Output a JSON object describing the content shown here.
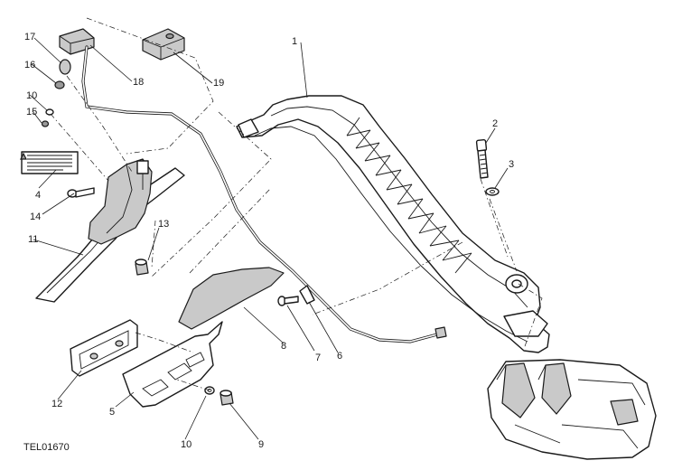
{
  "diagram": {
    "drawing_code": "TEL01670",
    "callouts": [
      {
        "id": "c1",
        "text": "1"
      },
      {
        "id": "c2",
        "text": "2"
      },
      {
        "id": "c3",
        "text": "3"
      },
      {
        "id": "c4",
        "text": "4"
      },
      {
        "id": "c5",
        "text": "5"
      },
      {
        "id": "c6",
        "text": "6"
      },
      {
        "id": "c7",
        "text": "7"
      },
      {
        "id": "c8",
        "text": "8"
      },
      {
        "id": "c9",
        "text": "9"
      },
      {
        "id": "c10a",
        "text": "10"
      },
      {
        "id": "c10b",
        "text": "10"
      },
      {
        "id": "c11",
        "text": "11"
      },
      {
        "id": "c12",
        "text": "12"
      },
      {
        "id": "c13",
        "text": "13"
      },
      {
        "id": "c14",
        "text": "14"
      },
      {
        "id": "c15",
        "text": "15"
      },
      {
        "id": "c16",
        "text": "16"
      },
      {
        "id": "c17",
        "text": "17"
      },
      {
        "id": "c18",
        "text": "18"
      },
      {
        "id": "c19",
        "text": "19"
      }
    ]
  }
}
